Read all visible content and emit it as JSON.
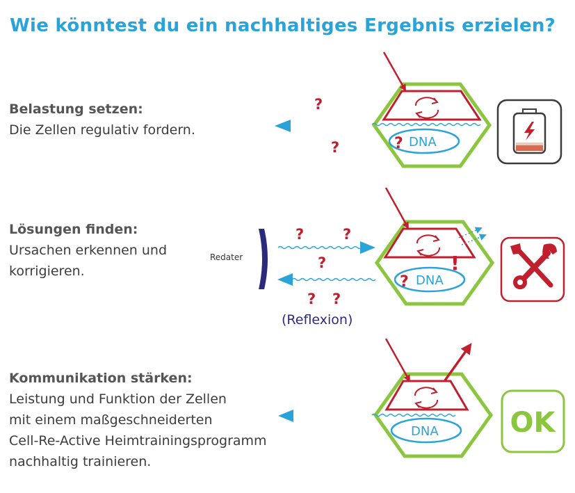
{
  "title": "Wie könntest du ein nachhaltiges Ergebnis erzielen?",
  "sections": [
    {
      "heading": "Belastung setzen:",
      "lines": [
        "Die Zellen regulativ fordern."
      ],
      "cell_label": "DNA",
      "icon": "battery-low-icon"
    },
    {
      "heading": "Lösungen finden:",
      "lines": [
        "Ursachen erkennen und",
        "korrigieren."
      ],
      "cell_label": "DNA",
      "icon": "tools-icon"
    },
    {
      "heading": "Kommunikation stärken:",
      "lines": [
        "Leistung und Funktion der Zellen",
        "mit einem maßgeschneiderten",
        "Cell-Re-Active Heimtrainingsprogramm",
        "nachhaltig trainieren."
      ],
      "cell_label": "DNA",
      "icon_text": "OK"
    }
  ],
  "redater_label": "Redater",
  "reflexion_label": "(Reflexion)",
  "question_mark": "?",
  "exclamation_mark": "!",
  "colors": {
    "title": "#2aa3d8",
    "hexagon": "#8cc63f",
    "arrow_red": "#c01f2d",
    "wave_blue": "#2aa3d8",
    "mirror": "#2b2a7c",
    "ok": "#8cc63f"
  }
}
